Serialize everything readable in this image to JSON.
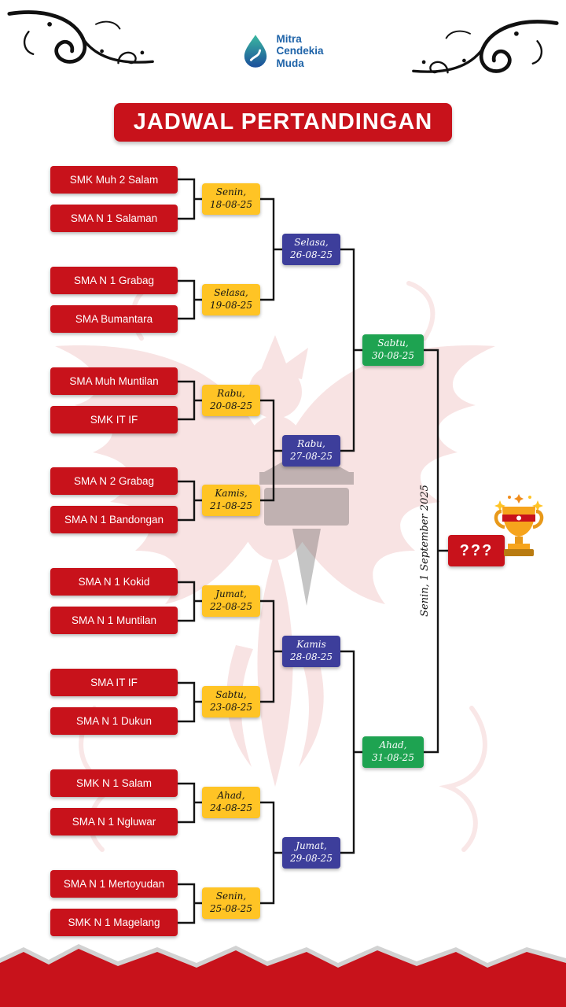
{
  "header": {
    "logo": {
      "line1": "Mitra",
      "line2": "Cendekia",
      "line3": "Muda"
    },
    "title": "JADWAL PERTANDINGAN"
  },
  "bracket": {
    "teams": [
      "SMK Muh 2 Salam",
      "SMA N 1 Salaman",
      "SMA N 1 Grabag",
      "SMA Bumantara",
      "SMA Muh Muntilan",
      "SMK IT IF",
      "SMA N 2 Grabag",
      "SMA N 1 Bandongan",
      "SMA N 1 Kokid",
      "SMA N 1 Muntilan",
      "SMA IT IF",
      "SMA N 1 Dukun",
      "SMK N 1 Salam",
      "SMA N 1 Ngluwar",
      "SMA N 1 Mertoyudan",
      "SMK N 1 Magelang"
    ],
    "round1": [
      {
        "day": "Senin,",
        "date": "18-08-25"
      },
      {
        "day": "Selasa,",
        "date": "19-08-25"
      },
      {
        "day": "Rabu,",
        "date": "20-08-25"
      },
      {
        "day": "Kamis,",
        "date": "21-08-25"
      },
      {
        "day": "Jumat,",
        "date": "22-08-25"
      },
      {
        "day": "Sabtu,",
        "date": "23-08-25"
      },
      {
        "day": "Ahad,",
        "date": "24-08-25"
      },
      {
        "day": "Senin,",
        "date": "25-08-25"
      }
    ],
    "round2": [
      {
        "day": "Selasa,",
        "date": "26-08-25"
      },
      {
        "day": "Rabu,",
        "date": "27-08-25"
      },
      {
        "day": "Kamis",
        "date": "28-08-25"
      },
      {
        "day": "Jumat,",
        "date": "29-08-25"
      }
    ],
    "semifinals": [
      {
        "day": "Sabtu,",
        "date": "30-08-25"
      },
      {
        "day": "Ahad,",
        "date": "31-08-25"
      }
    ],
    "final": {
      "label": "Senin, 1 September 2025",
      "champion_placeholder": "???"
    }
  },
  "icons": {
    "logo_drop": "water-drop",
    "trophy": "trophy",
    "sparkles": "sparkles",
    "corner_ornament": "calligraphy-flourish"
  },
  "colors": {
    "red": "#C8121B",
    "yellow": "#FFC425",
    "blue": "#3D3E9B",
    "green": "#1EA351",
    "logo_blue": "#1E63A8",
    "line": "#141414"
  }
}
